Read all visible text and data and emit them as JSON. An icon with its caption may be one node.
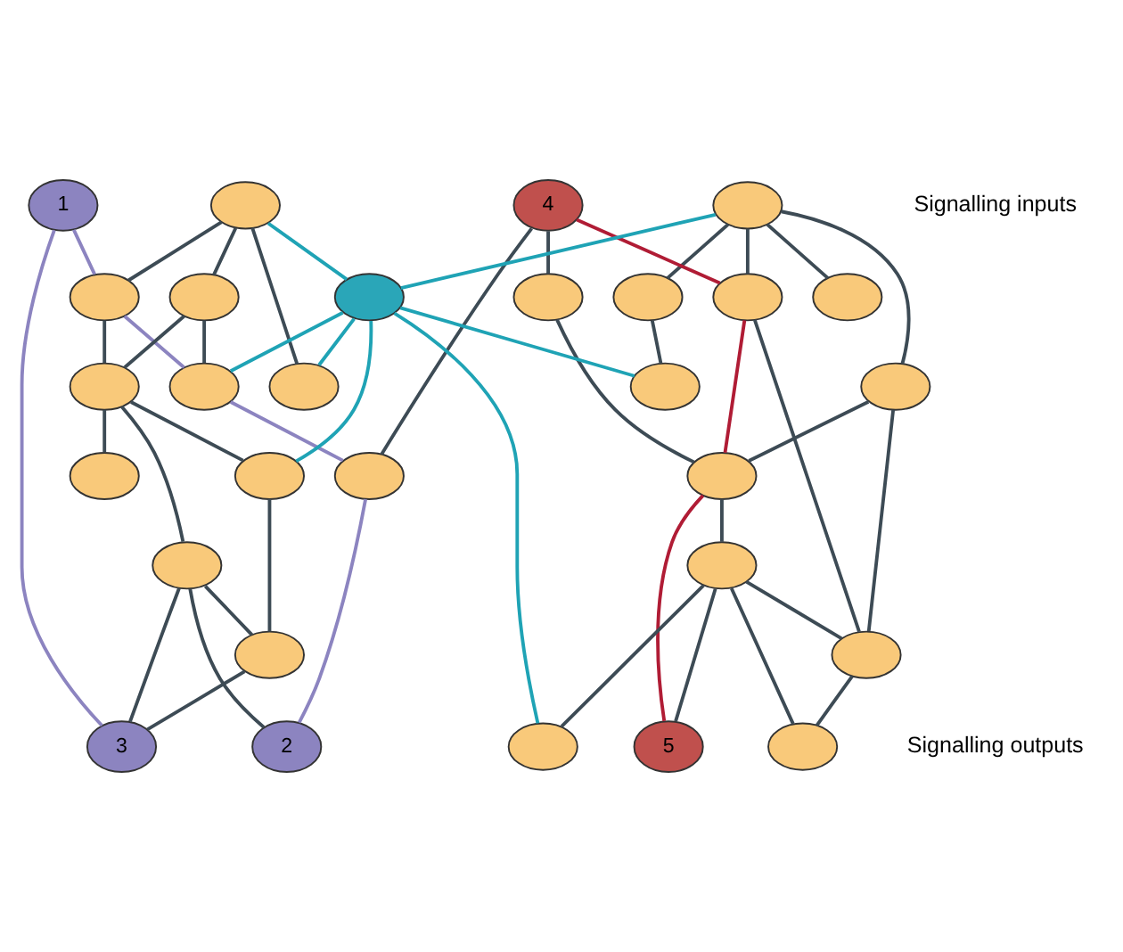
{
  "diagram": {
    "nodes": [
      {
        "text": [
          "1"
        ]
      },
      {
        "text": [],
        "shape": "ellipse"
      },
      {
        "text": [],
        "shape": "ellipse"
      },
      {
        "text": [
          "4"
        ]
      },
      {
        "text": [],
        "shape": "ellipse"
      },
      {
        "text": [],
        "shape": "ellipse"
      },
      {
        "text": [],
        "shape": "ellipse"
      },
      {
        "text": [],
        "shape": "ellipse"
      },
      {
        "text": [],
        "shape": "ellipse"
      },
      {
        "text": [],
        "shape": "ellipse"
      },
      {
        "text": [],
        "shape": "ellipse"
      },
      {
        "text": [],
        "shape": "ellipse"
      },
      {
        "text": [],
        "shape": "ellipse"
      },
      {
        "text": [],
        "shape": "ellipse"
      },
      {
        "text": [],
        "shape": "ellipse"
      },
      {
        "text": [],
        "shape": "ellipse"
      },
      {
        "text": [],
        "shape": "ellipse"
      },
      {
        "text": [],
        "shape": "ellipse"
      },
      {
        "text": [],
        "shape": "ellipse"
      },
      {
        "text": [],
        "shape": "ellipse"
      },
      {
        "text": [],
        "shape": "ellipse"
      },
      {
        "text": [],
        "shape": "ellipse"
      },
      {
        "text": [],
        "shape": "ellipse"
      },
      {
        "text": [],
        "shape": "ellipse"
      },
      {
        "text": [
          "2"
        ]
      },
      {
        "text": [
          "3"
        ]
      },
      {
        "text": [],
        "shape": "ellipse"
      },
      {
        "text": [],
        "shape": "ellipse"
      },
      {
        "text": [
          "5"
        ]
      }
    ],
    "edges": [
      {
        "from": 16,
        "to": 1,
        "arrow": "none",
        "color": "#1fa3b5"
      },
      {
        "from": 16,
        "to": 2,
        "arrow": "none",
        "color": "#1fa3b5"
      },
      {
        "from": 16,
        "to": 7,
        "arrow": "none",
        "color": "#1fa3b5"
      },
      {
        "from": 16,
        "to": 12,
        "arrow": "none",
        "color": "#1fa3b5"
      },
      {
        "from": 16,
        "to": 9,
        "arrow": "none",
        "color": "#1fa3b5"
      },
      {
        "from": 16,
        "to": 20,
        "arrow": "none",
        "color": "#1fa3b5"
      },
      {
        "from": 16,
        "to": 26,
        "arrow": "none",
        "color": "#1fa3b5"
      },
      {
        "from": 0,
        "to": 4,
        "arrow": "none",
        "color": "#8c84c0"
      },
      {
        "from": 4,
        "to": 12,
        "arrow": "none",
        "color": "#8c84c0"
      },
      {
        "from": 12,
        "to": 15,
        "arrow": "none",
        "color": "#8c84c0"
      },
      {
        "from": 15,
        "to": 24,
        "arrow": "none",
        "color": "#8c84c0"
      },
      {
        "from": 0,
        "to": 25,
        "arrow": "none",
        "color": "#8c84c0"
      },
      {
        "from": 3,
        "to": 5,
        "arrow": "none",
        "color": "#b01c35"
      },
      {
        "from": 5,
        "to": 19,
        "arrow": "none",
        "color": "#b01c35"
      },
      {
        "from": 19,
        "to": 28,
        "arrow": "none",
        "color": "#b01c35"
      },
      {
        "from": 1,
        "to": 6,
        "arrow": "none"
      },
      {
        "from": 1,
        "to": 4,
        "arrow": "none"
      },
      {
        "from": 1,
        "to": 7,
        "arrow": "none"
      },
      {
        "from": 2,
        "to": 8,
        "arrow": "none"
      },
      {
        "from": 2,
        "to": 5,
        "arrow": "none"
      },
      {
        "from": 2,
        "to": 10,
        "arrow": "none"
      },
      {
        "from": 2,
        "to": 13,
        "arrow": "none"
      },
      {
        "from": 3,
        "to": 14,
        "arrow": "none"
      },
      {
        "from": 3,
        "to": 15,
        "arrow": "none"
      },
      {
        "from": 8,
        "to": 9,
        "arrow": "none"
      },
      {
        "from": 4,
        "to": 11,
        "arrow": "none"
      },
      {
        "from": 6,
        "to": 11,
        "arrow": "none"
      },
      {
        "from": 6,
        "to": 12,
        "arrow": "none"
      },
      {
        "from": 11,
        "to": 17,
        "arrow": "none"
      },
      {
        "from": 11,
        "to": 20,
        "arrow": "none"
      },
      {
        "from": 11,
        "to": 18,
        "arrow": "none"
      },
      {
        "from": 14,
        "to": 19,
        "arrow": "none"
      },
      {
        "from": 13,
        "to": 19,
        "arrow": "none"
      },
      {
        "from": 13,
        "to": 23,
        "arrow": "none"
      },
      {
        "from": 5,
        "to": 23,
        "arrow": "none"
      },
      {
        "from": 19,
        "to": 21,
        "arrow": "none"
      },
      {
        "from": 21,
        "to": 23,
        "arrow": "none"
      },
      {
        "from": 21,
        "to": 26,
        "arrow": "none"
      },
      {
        "from": 21,
        "to": 27,
        "arrow": "none"
      },
      {
        "from": 21,
        "to": 28,
        "arrow": "none"
      },
      {
        "from": 23,
        "to": 27,
        "arrow": "none"
      },
      {
        "from": 18,
        "to": 24,
        "arrow": "none"
      },
      {
        "from": 18,
        "to": 25,
        "arrow": "none"
      },
      {
        "from": 18,
        "to": 22,
        "arrow": "none"
      },
      {
        "from": 20,
        "to": 22,
        "arrow": "none"
      },
      {
        "from": 22,
        "to": 25,
        "arrow": "none"
      }
    ],
    "labels": [
      "Signalling inputs",
      "Signalling outputs"
    ]
  }
}
